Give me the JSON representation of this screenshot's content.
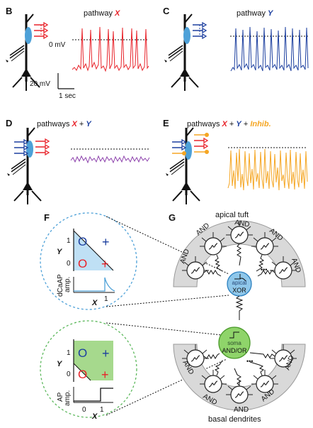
{
  "panels": {
    "B": {
      "letter": "B",
      "title": "pathway ",
      "var": "X",
      "zero_label": "0 mV",
      "scale_v": "20 mV",
      "scale_t": "1 sec"
    },
    "C": {
      "letter": "C",
      "title": "pathway ",
      "var": "Y"
    },
    "D": {
      "letter": "D",
      "title_pre": "pathways ",
      "x": "X",
      "plus": " + ",
      "y": "Y"
    },
    "E": {
      "letter": "E",
      "title_pre": "pathways ",
      "x": "X",
      "plus1": " + ",
      "y": "Y",
      "plus2": " + ",
      "inh": "Inhib."
    },
    "F": {
      "letter": "F",
      "top_ylabel": "dCaAP",
      "top_ylabel2": "amp.",
      "bot_ylabel": "AP",
      "bot_ylabel2": "amp.",
      "y_axis": "Y",
      "x_axis": "X",
      "one": "1",
      "zero": "0",
      "o": "O",
      "plus": "+"
    },
    "G": {
      "letter": "G",
      "apical_tuft": "apical tuft",
      "basal_dendrites": "basal dendrites",
      "apical_node": "apical",
      "apical_op": "XOR",
      "soma_node": "soma",
      "soma_op": "AND/OR",
      "and": "AND",
      "dots": "•••"
    }
  },
  "colors": {
    "x": "#e8232a",
    "y": "#1c3f9f",
    "xy": "#8e44ad",
    "inhib": "#f5a623",
    "apical": "#8fc7ea",
    "soma": "#8fd46a",
    "gray": "#d9d9d9"
  }
}
